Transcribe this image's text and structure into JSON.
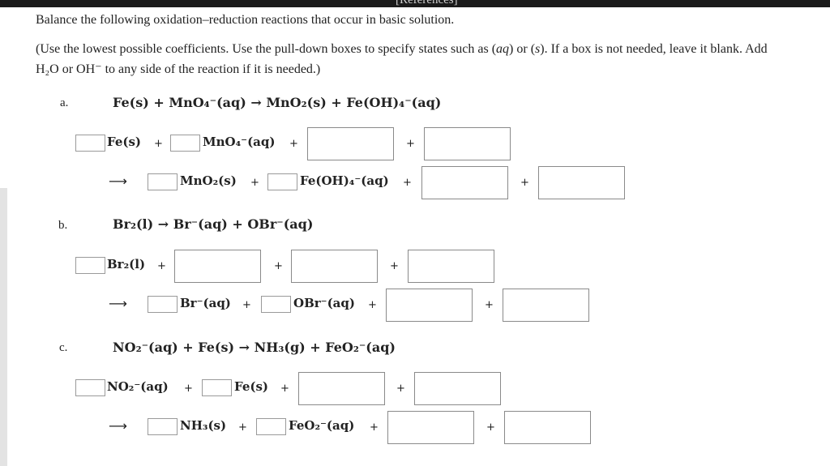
{
  "header": {
    "references_label": "[References]"
  },
  "instructions": {
    "line1": "Balance the following oxidation–reduction reactions that occur in basic solution.",
    "line2a": "(Use the lowest possible coefficients. Use the pull-down boxes to specify states such as (",
    "aq": "aq",
    "line2b": ") or (",
    "s": "s",
    "line2c": "). If a box is not needed, leave it blank. Add",
    "line3": "H₂O or OH⁻ to any side of the reaction if it is needed.)"
  },
  "problems": [
    {
      "label": "a.",
      "equation": "Fe(s) + MnO₄⁻(aq) → MnO₂(s) + Fe(OH)₄⁻(aq)",
      "reactants": [
        "Fe(s)",
        "MnO₄⁻(aq)"
      ],
      "products": [
        "MnO₂(s)",
        "Fe(OH)₄⁻(aq)"
      ]
    },
    {
      "label": "b.",
      "equation": "Br₂(l) → Br⁻(aq) + OBr⁻(aq)",
      "reactants": [
        "Br₂(l)"
      ],
      "products": [
        "Br⁻(aq)",
        "OBr⁻(aq)"
      ]
    },
    {
      "label": "c.",
      "equation": "NO₂⁻(aq) + Fe(s) → NH₃(g) + FeO₂⁻(aq)",
      "reactants": [
        "NO₂⁻(aq)",
        "Fe(s)"
      ],
      "products": [
        "NH₃(s)",
        "FeO₂⁻(aq)"
      ]
    }
  ],
  "symbols": {
    "plus": "+",
    "arrow": "⟶"
  }
}
